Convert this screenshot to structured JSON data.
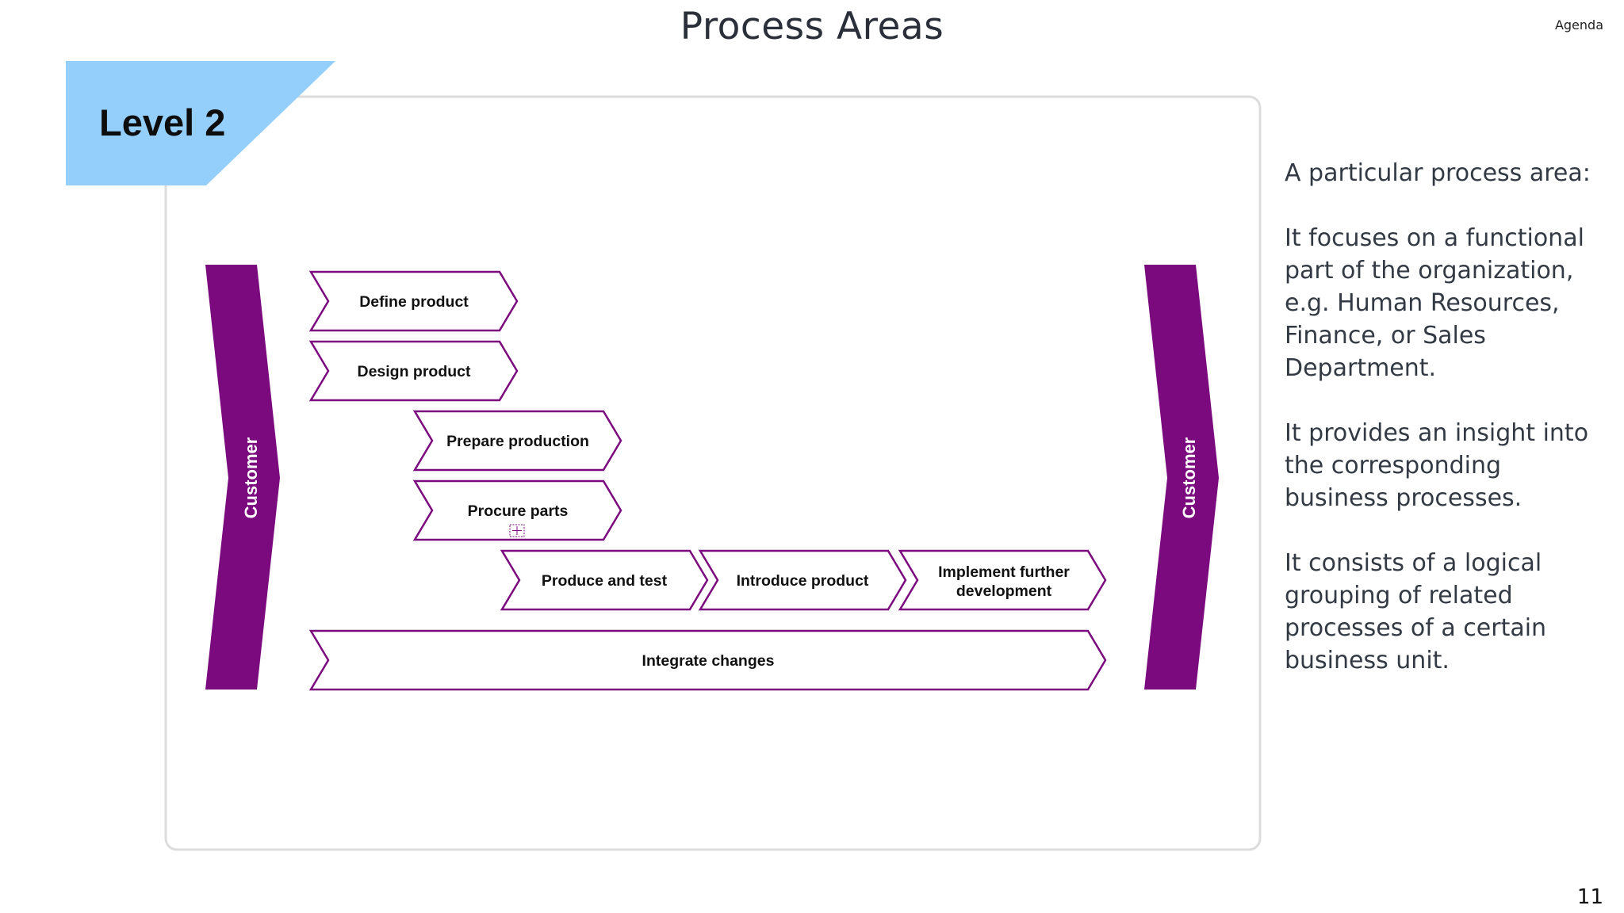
{
  "header": {
    "title": "Process Areas",
    "agenda_link": "Agenda"
  },
  "badge": {
    "label": "Level 2",
    "color": "#94CEFA"
  },
  "diagram": {
    "accent_color": "#7A0A7E",
    "customer_left": "Customer",
    "customer_right": "Customer",
    "processes": [
      {
        "label": "Define product"
      },
      {
        "label": "Design product"
      },
      {
        "label": "Prepare production"
      },
      {
        "label": "Procure parts"
      },
      {
        "label": "Produce and test"
      },
      {
        "label": "Introduce product"
      },
      {
        "label": "Implement further",
        "label2": "development"
      },
      {
        "label": "Integrate changes"
      }
    ]
  },
  "description": {
    "intro": "A particular process area:",
    "point1": "It focuses on a functional part of the organization, e.g. Human Resources, Finance, or Sales Department.",
    "point2": "It provides an insight into the corresponding business processes.",
    "point3": "It consists of a logical grouping of related processes of a certain business unit."
  },
  "footer": {
    "page_number": "11"
  }
}
